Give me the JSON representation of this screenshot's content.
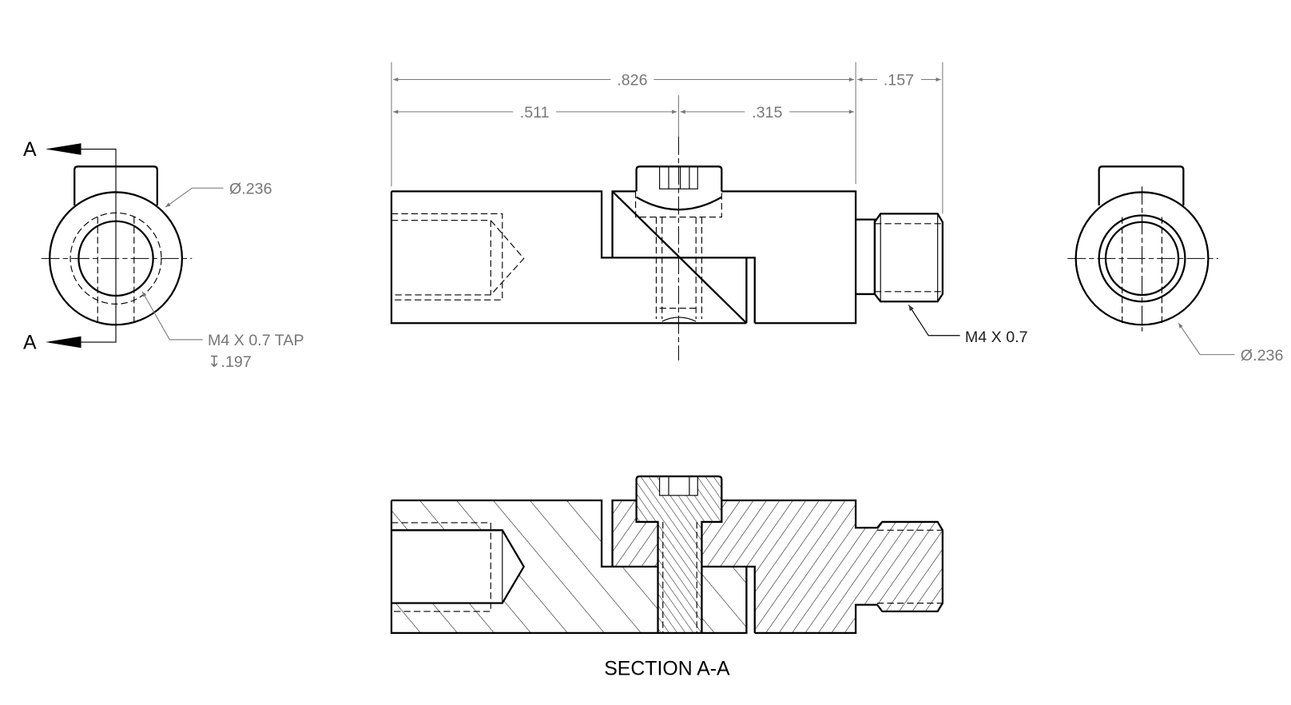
{
  "dimensions": {
    "overall_length": ".826",
    "stub_length": ".157",
    "left_length": ".511",
    "right_length": ".315"
  },
  "left_view": {
    "diameter": "Ø.236",
    "tap_note": "M4 X 0.7 TAP",
    "tap_depth": "↧.197",
    "section_label_top": "A",
    "section_label_bottom": "A"
  },
  "front_view": {
    "thread_note": "M4 X 0.7"
  },
  "right_view": {
    "diameter": "Ø.236"
  },
  "section_view": {
    "title": "SECTION A-A"
  },
  "colors": {
    "geometry": "#000000",
    "annotation": "#777777"
  }
}
